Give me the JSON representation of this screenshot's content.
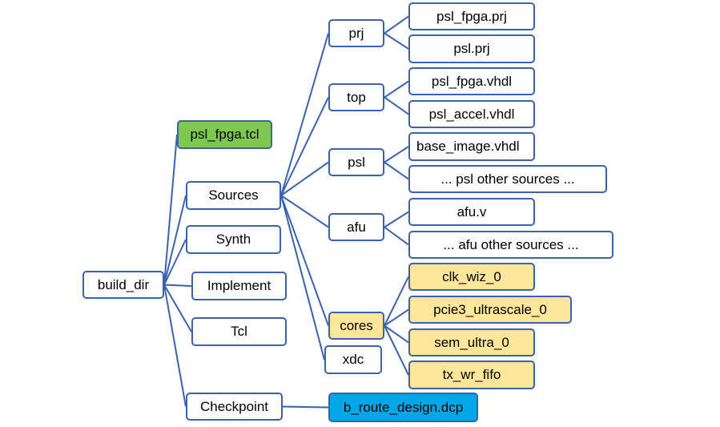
{
  "colors": {
    "line": "#3a62ad",
    "border": "#3a62ad",
    "default_fill": "#ffffff",
    "tcl_fill": "#7ec850",
    "core_fill": "#fde59a",
    "checkpoint_fill": "#00a7e8"
  },
  "nodes": {
    "build_dir": {
      "label": "build_dir"
    },
    "psl_fpga_tcl": {
      "label": "psl_fpga.tcl"
    },
    "sources": {
      "label": "Sources"
    },
    "synth": {
      "label": "Synth"
    },
    "implement": {
      "label": "Implement"
    },
    "tcl": {
      "label": "Tcl"
    },
    "checkpoint": {
      "label": "Checkpoint"
    },
    "prj": {
      "label": "prj"
    },
    "top": {
      "label": "top"
    },
    "psl": {
      "label": "psl"
    },
    "afu": {
      "label": "afu"
    },
    "cores": {
      "label": "cores"
    },
    "xdc": {
      "label": "xdc"
    },
    "b_route_design": {
      "label": "b_route_design.dcp"
    },
    "psl_fpga_prj": {
      "label": "psl_fpga.prj"
    },
    "psl_prj": {
      "label": "psl.prj"
    },
    "psl_fpga_vhdl": {
      "label": "psl_fpga.vhdl"
    },
    "psl_accel_vhdl": {
      "label": "psl_accel.vhdl"
    },
    "base_image_vhdl": {
      "label": "base_image.vhdl"
    },
    "psl_other": {
      "label": "... psl other sources ..."
    },
    "afu_v": {
      "label": "afu.v"
    },
    "afu_other": {
      "label": "... afu other sources ..."
    },
    "clk_wiz_0": {
      "label": "clk_wiz_0"
    },
    "pcie3_ultrascale_0": {
      "label": "pcie3_ultrascale_0"
    },
    "sem_ultra_0": {
      "label": "sem_ultra_0"
    },
    "tx_wr_fifo": {
      "label": "tx_wr_fifo"
    }
  },
  "edges": [
    [
      "build_dir",
      "psl_fpga_tcl"
    ],
    [
      "build_dir",
      "sources"
    ],
    [
      "build_dir",
      "synth"
    ],
    [
      "build_dir",
      "implement"
    ],
    [
      "build_dir",
      "tcl"
    ],
    [
      "build_dir",
      "checkpoint"
    ],
    [
      "sources",
      "prj"
    ],
    [
      "sources",
      "top"
    ],
    [
      "sources",
      "psl"
    ],
    [
      "sources",
      "afu"
    ],
    [
      "sources",
      "cores"
    ],
    [
      "sources",
      "xdc"
    ],
    [
      "checkpoint",
      "b_route_design"
    ],
    [
      "prj",
      "psl_fpga_prj"
    ],
    [
      "prj",
      "psl_prj"
    ],
    [
      "top",
      "psl_fpga_vhdl"
    ],
    [
      "top",
      "psl_accel_vhdl"
    ],
    [
      "psl",
      "base_image_vhdl"
    ],
    [
      "psl",
      "psl_other"
    ],
    [
      "afu",
      "afu_v"
    ],
    [
      "afu",
      "afu_other"
    ],
    [
      "cores",
      "clk_wiz_0"
    ],
    [
      "cores",
      "pcie3_ultrascale_0"
    ],
    [
      "cores",
      "sem_ultra_0"
    ],
    [
      "cores",
      "tx_wr_fifo"
    ]
  ]
}
